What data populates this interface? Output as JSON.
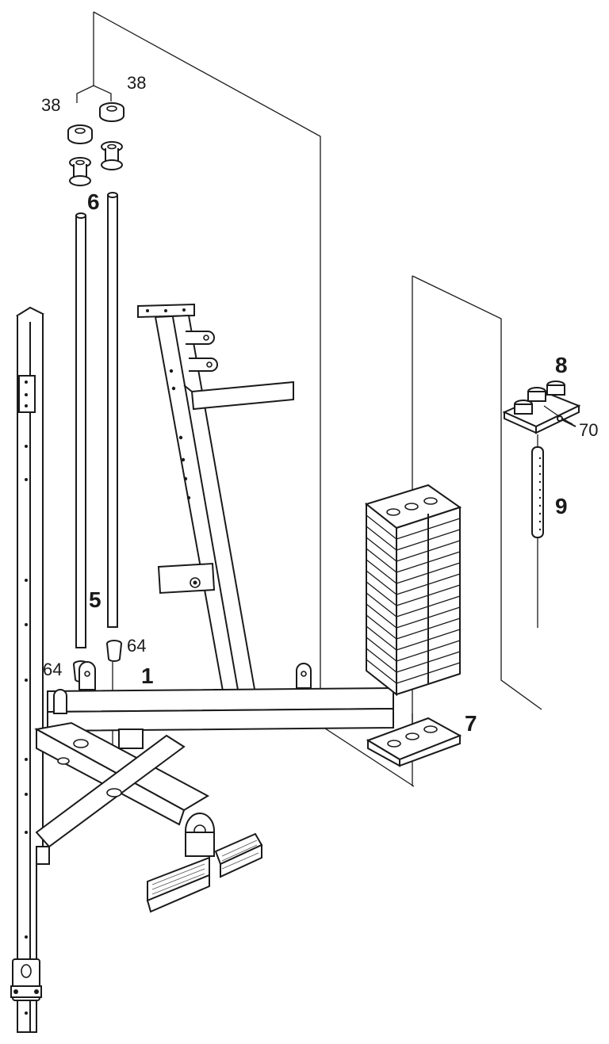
{
  "labels": {
    "part_1": "1",
    "part_5": "5",
    "part_6": "6",
    "part_7": "7",
    "part_8": "8",
    "part_9": "9",
    "part_38_left": "38",
    "part_38_right": "38",
    "part_64_left": "64",
    "part_64_right": "64",
    "part_70": "70"
  }
}
